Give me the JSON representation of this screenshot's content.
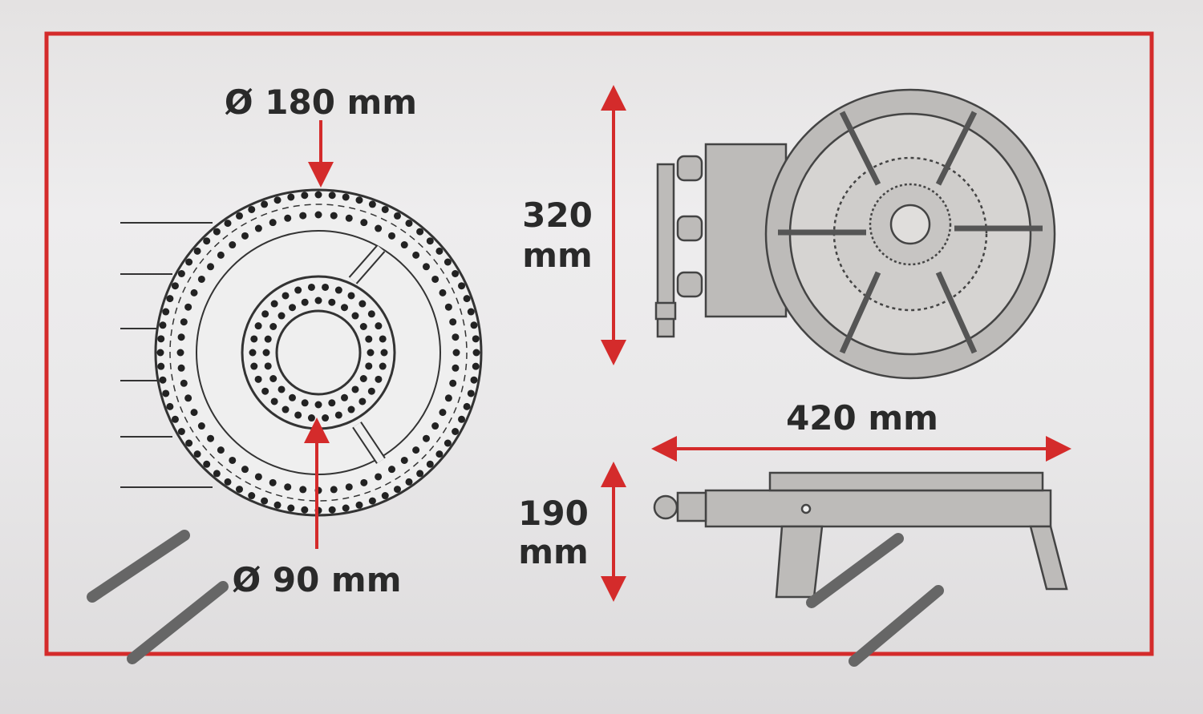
{
  "colors": {
    "accent": "#d42b2b",
    "ink": "#2a2a2a",
    "metal": "#b8b6b4"
  },
  "labels": {
    "outer_diameter": "Ø 180 mm",
    "inner_diameter": "Ø 90 mm",
    "height_value": "320",
    "height_unit": "mm",
    "width": "420 mm",
    "stand_height_value": "190",
    "stand_height_unit": "mm"
  }
}
